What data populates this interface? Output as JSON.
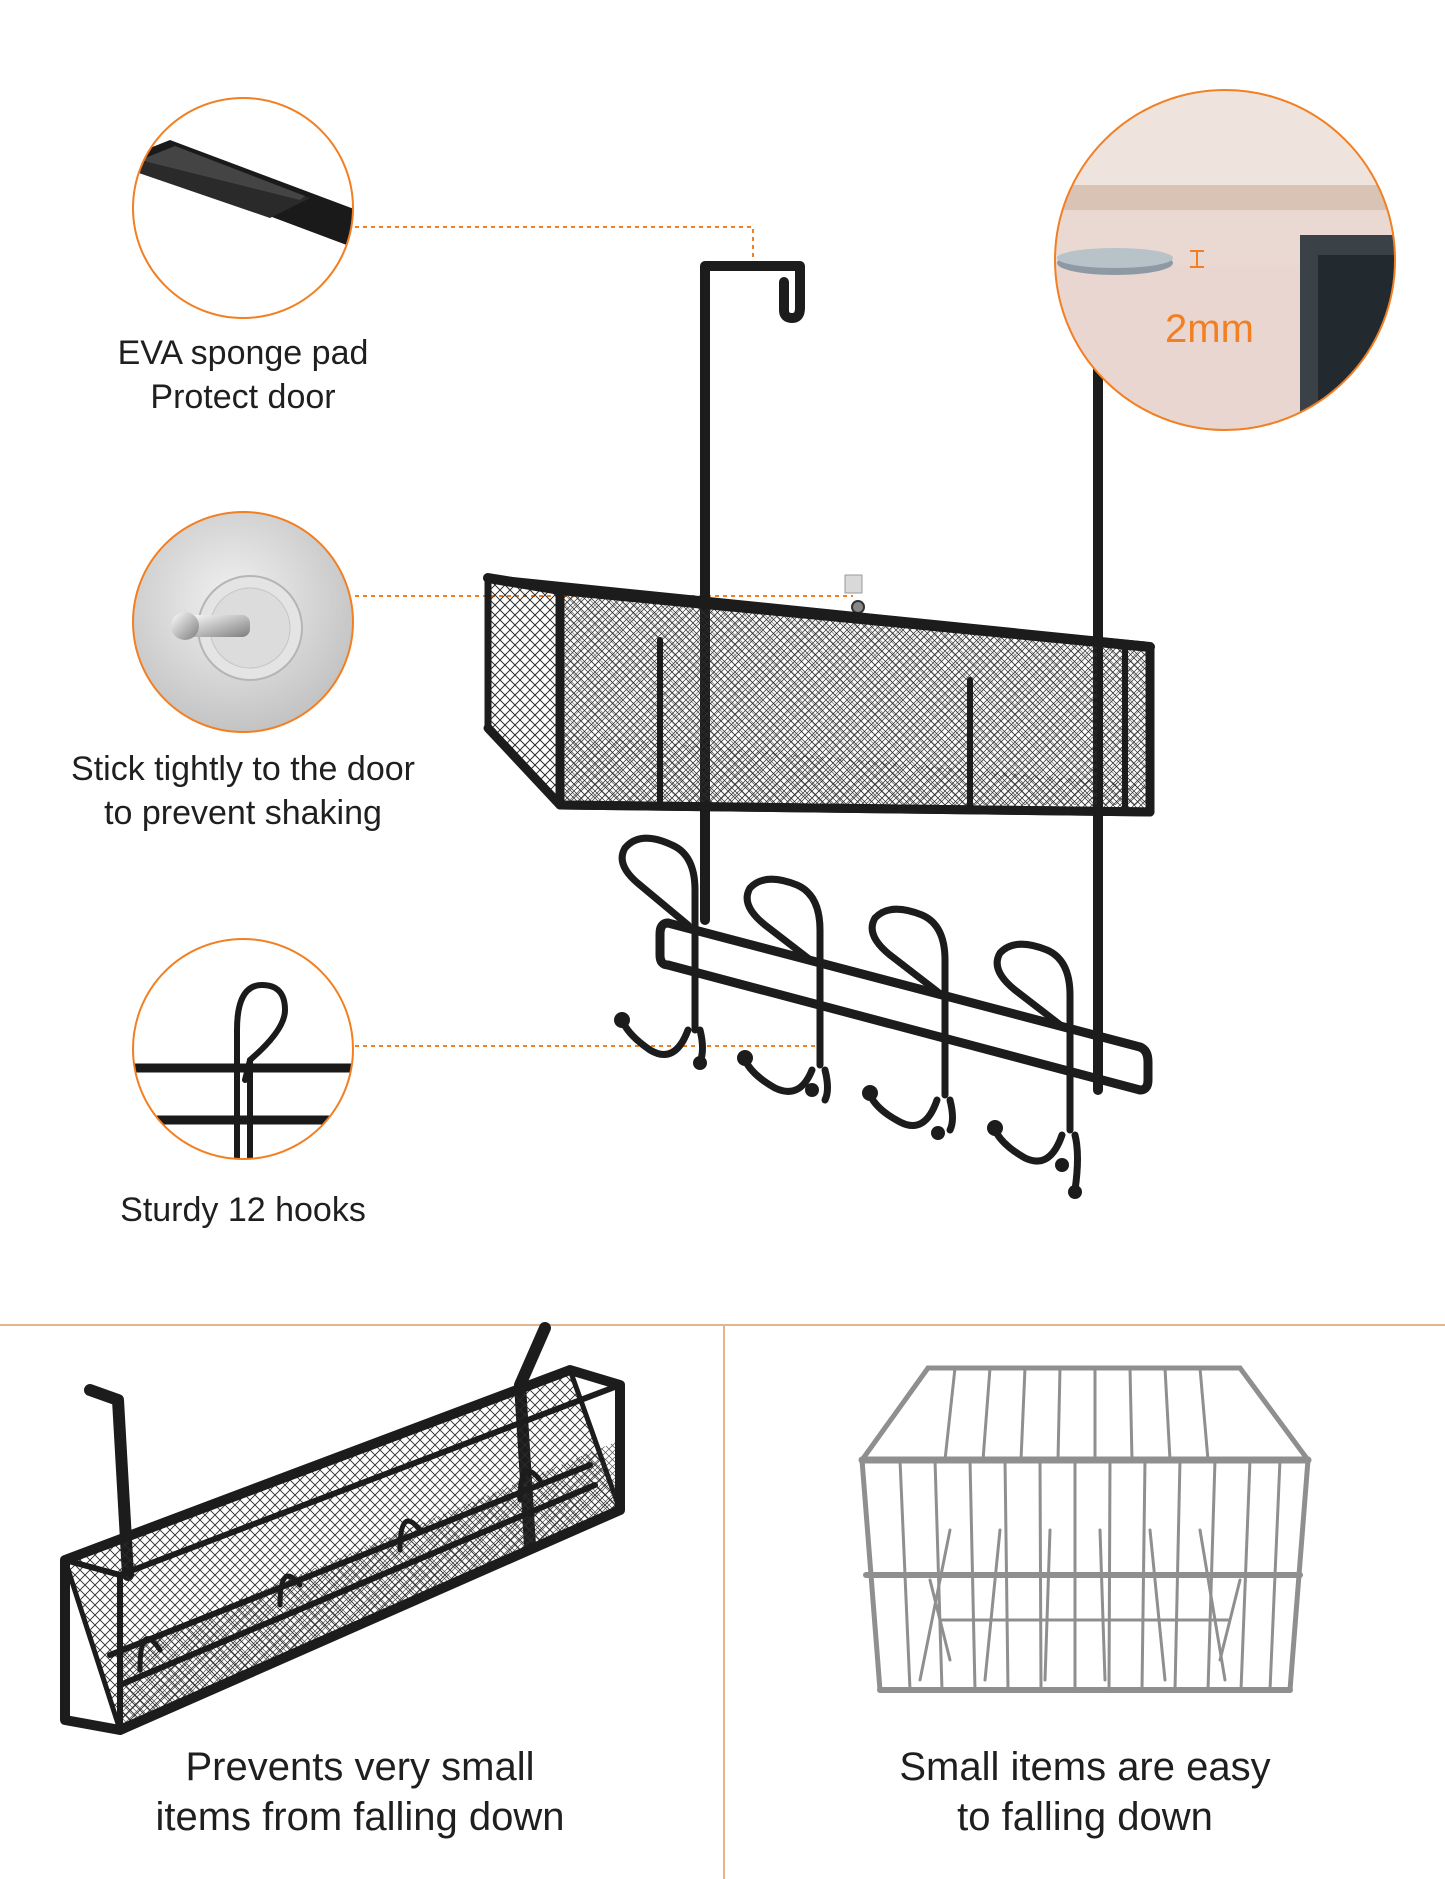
{
  "callouts": [
    {
      "id": "pad",
      "line1": "EVA sponge pad",
      "line2": "Protect door"
    },
    {
      "id": "adhesive",
      "line1": "Stick tightly to the door",
      "line2": "to prevent shaking"
    },
    {
      "id": "hooks",
      "line1": "Sturdy 12 hooks"
    }
  ],
  "thickness": {
    "value": "2mm"
  },
  "comparison": {
    "left": {
      "line1": "Prevents very small",
      "line2": "items from falling down"
    },
    "right": {
      "line1": "Small items are easy",
      "line2": "to falling down"
    }
  },
  "colors": {
    "accent": "#f27f22",
    "metal": "#1c1c1c",
    "text": "#1f1f1f"
  }
}
